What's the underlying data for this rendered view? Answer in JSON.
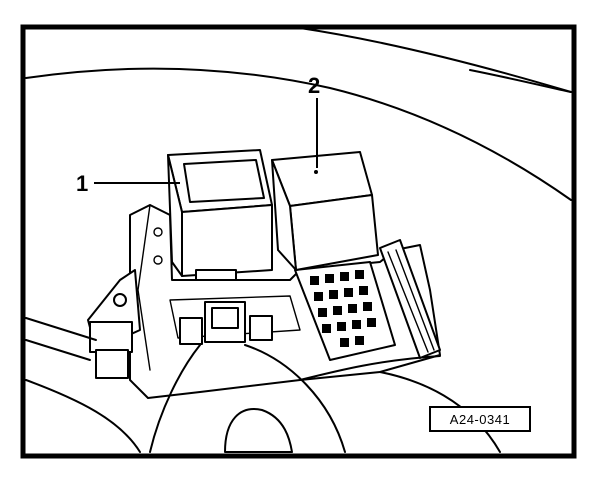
{
  "callouts": {
    "relay_1": "1",
    "relay_2": "2"
  },
  "reference_code": "A24-0341"
}
